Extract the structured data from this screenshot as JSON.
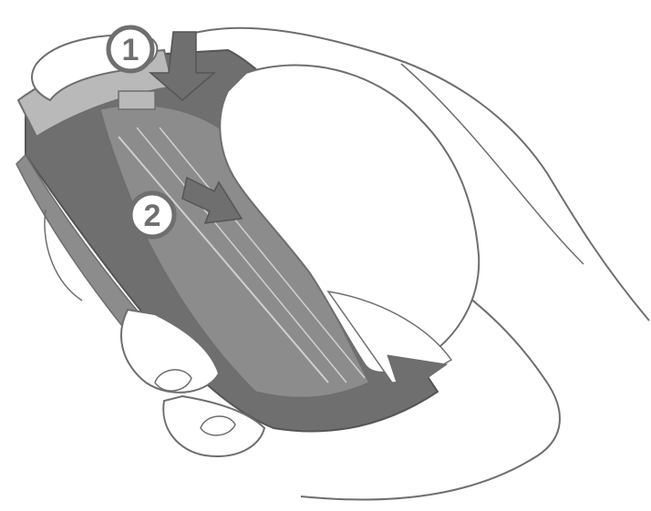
{
  "colors": {
    "background": "#ffffff",
    "outline": "#6e6e6e",
    "phone_dark": "#6f6f6f",
    "phone_mid": "#8c8c8c",
    "phone_light": "#b9b9b9",
    "hand_fill": "#ffffff",
    "step_marker_fill": "#ffffff",
    "step_marker_text": "#6f6f6f"
  },
  "step_markers": [
    {
      "label": "1"
    },
    {
      "label": "2"
    }
  ],
  "arrows": [
    {
      "icon": "arrow-down-icon",
      "step": "1"
    },
    {
      "icon": "arrow-slide-icon",
      "step": "2"
    }
  ],
  "subject": {
    "hand_icon": "hand-icon",
    "device_icon": "mobile-phone-icon"
  }
}
